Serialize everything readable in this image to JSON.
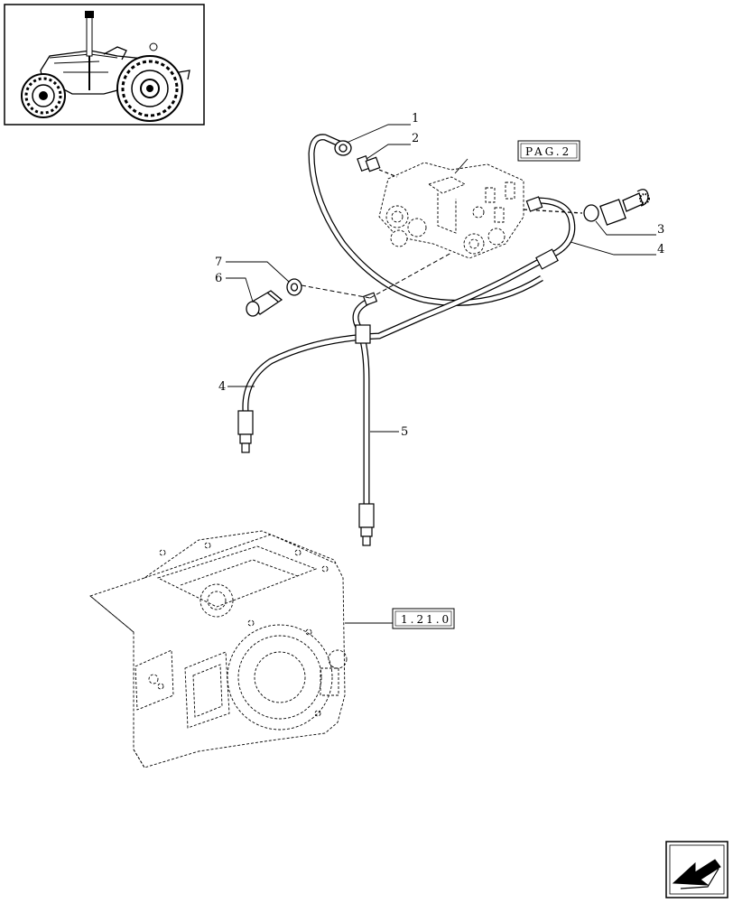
{
  "callouts": {
    "c1": "1",
    "c2": "2",
    "c3": "3",
    "c4a": "4",
    "c4b": "4",
    "c5": "5",
    "c6": "6",
    "c7": "7"
  },
  "references": {
    "page_ref": "PAG.2",
    "section_ref": "1.21.0"
  },
  "icons": {
    "thumbnail": "tractor-thumbnail-icon",
    "nav": "back-arrow-icon"
  }
}
